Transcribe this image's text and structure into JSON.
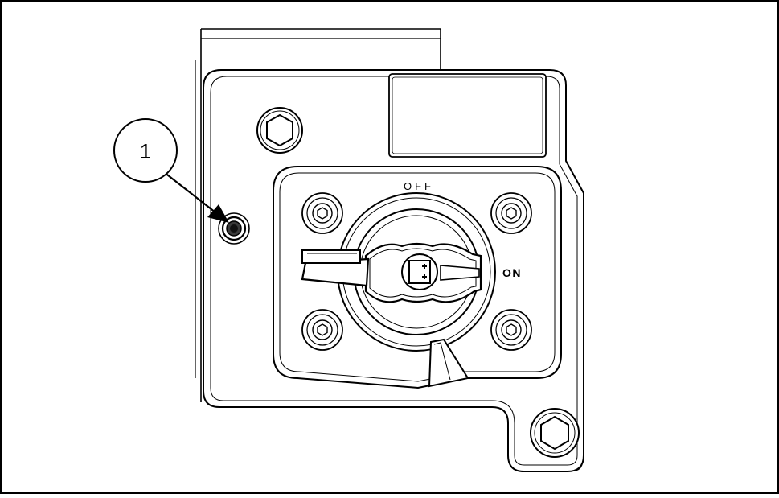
{
  "callout": {
    "number": "1"
  },
  "switch": {
    "off_label": "OFF",
    "on_label": "ON"
  },
  "colors": {
    "line": "#000000",
    "background": "#ffffff",
    "shade": "#d9d9d9",
    "dark": "#3a3a3a"
  }
}
